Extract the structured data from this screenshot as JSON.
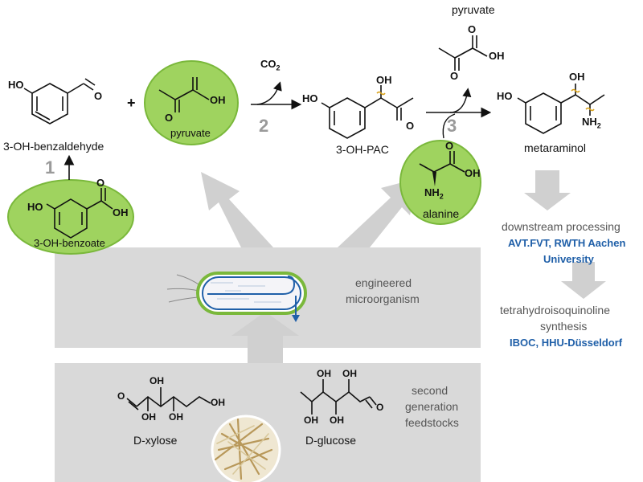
{
  "compounds": {
    "benzaldehyde": "3-OH-benzaldehyde",
    "pyruvate_bubble": "pyruvate",
    "pac": "3-OH-PAC",
    "pyruvate_top": "pyruvate",
    "metaraminol": "metaraminol",
    "benzoate": "3-OH-benzoate",
    "alanine": "alanine",
    "xylose": "D-xylose",
    "glucose": "D-glucose"
  },
  "atoms": {
    "ho": "HO",
    "oh": "OH",
    "o": "O",
    "nh2_prefix": "NH",
    "nh2_sub": "2",
    "co2_prefix": "CO",
    "co2_sub": "2"
  },
  "operators": {
    "plus": "+"
  },
  "steps": {
    "one": "1",
    "two": "2",
    "three": "3"
  },
  "boxes": {
    "organism_line1": "engineered",
    "organism_line2": "microorganism",
    "feedstock_line1": "second",
    "feedstock_line2": "generation",
    "feedstock_line3": "feedstocks"
  },
  "downstream": {
    "label": "downstream processing",
    "affiliation_line1": "AVT.FVT, RWTH Aachen",
    "affiliation_line2": "University"
  },
  "synthesis": {
    "label_line1": "tetrahydroisoquinoline",
    "label_line2": "synthesis",
    "affiliation": "IBOC, HHU-Düsseldorf"
  },
  "colors": {
    "bubble_fill": "#9fd35f",
    "bubble_stroke": "#7ab83b",
    "panel_grey": "#d9d9d9",
    "arrow_grey": "#d0d0d0",
    "affiliation_blue": "#1f5fa8",
    "wavy_bond": "#d9a21b"
  }
}
